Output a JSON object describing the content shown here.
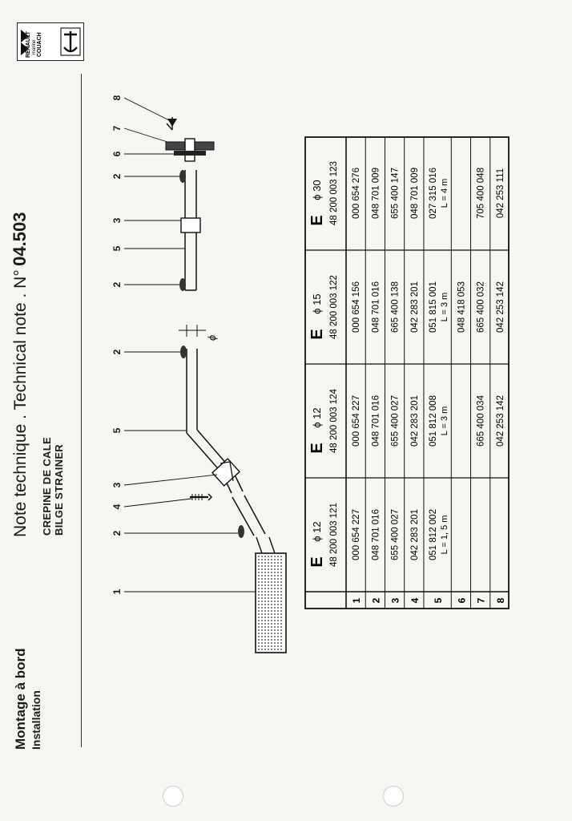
{
  "header": {
    "title": "Montage à bord",
    "subtitle": "Installation",
    "note_prefix": "Note technique . Technical note . N°",
    "note_number": "04.503",
    "section_fr": "CREPINE DE CALE",
    "section_en": "BILGE STRAINER"
  },
  "logo": {
    "line1": "RENAULT",
    "line2": "marine",
    "line3": "COUACH"
  },
  "diagram": {
    "callouts_left": [
      "1",
      "2",
      "4",
      "3",
      "5",
      "2"
    ],
    "callouts_right": [
      "2",
      "5",
      "3",
      "2",
      "6",
      "7",
      "8"
    ],
    "phi_symbol": "ϕ"
  },
  "table": {
    "columns": [
      {
        "phi": "ϕ 12",
        "code": "48 200 003 121"
      },
      {
        "phi": "ϕ 12",
        "code": "48 200 003 124"
      },
      {
        "phi": "ϕ 15",
        "code": "48 200 003 122"
      },
      {
        "phi": "ϕ 30",
        "code": "48 200 003 123"
      }
    ],
    "rows": [
      {
        "n": "1",
        "cells": [
          "000 654 227",
          "000 654 227",
          "000 654 156",
          "000 654 276"
        ]
      },
      {
        "n": "2",
        "cells": [
          "048 701 016",
          "048 701 016",
          "048 701 016",
          "048 701 009"
        ]
      },
      {
        "n": "3",
        "cells": [
          "655 400 027",
          "655 400 027",
          "665 400 138",
          "655 400 147"
        ]
      },
      {
        "n": "4",
        "cells": [
          "042 283 201",
          "042 283 201",
          "042 283 201",
          "048 701 009"
        ]
      },
      {
        "n": "5",
        "cells": [
          "051 812 002",
          "051 812 008",
          "051 815 001",
          "027 315 016"
        ],
        "sub": [
          "L = 1, 5 m",
          "L = 3 m",
          "L = 3 m",
          "L = 4 m"
        ]
      },
      {
        "n": "6",
        "cells": [
          "",
          "",
          "048 418 053",
          ""
        ]
      },
      {
        "n": "7",
        "cells": [
          "",
          "665 400 034",
          "665 400 032",
          "705 400 048"
        ]
      },
      {
        "n": "8",
        "cells": [
          "",
          "042 253 142",
          "042 253 142",
          "042 253 111"
        ]
      }
    ]
  }
}
